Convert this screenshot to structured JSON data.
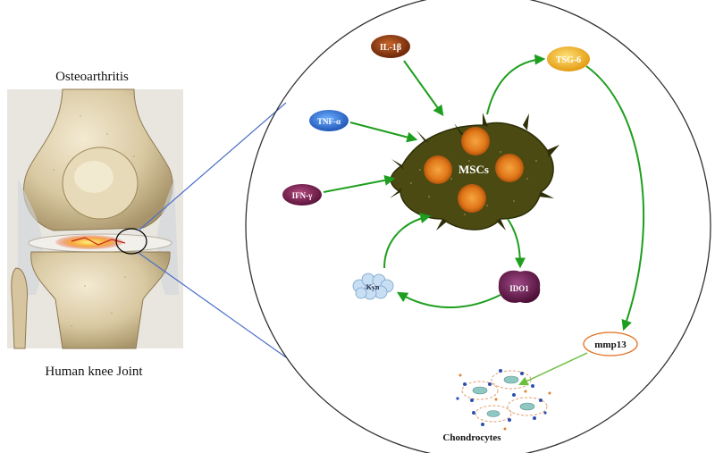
{
  "left_panel": {
    "title": "Osteoarthritis",
    "caption": "Human knee Joint"
  },
  "nodes": {
    "il1b": "IL-1β",
    "tnfa": "TNF-α",
    "ifng": "IFN-γ",
    "mscs": "MSCs",
    "tsg6": "TSG-6",
    "ido1": "IDO1",
    "kyn": "Kyn",
    "mmp13": "mmp13",
    "chondrocytes": "Chondrocytes"
  },
  "colors": {
    "arrow_green": "#1e9e1e",
    "leader_blue": "#4a6fc9",
    "msc_body": "#4a4a12",
    "msc_nucleus": "#e07a1a",
    "il1b_fill": "#8b3a0f",
    "tnfa_fill": "#2f6fd0",
    "ifng_fill": "#7a1f4d",
    "tsg6_fill": "#f4b520",
    "ido1_fill": "#6b1f4f",
    "kyn_fill": "#b8d4ee",
    "mmp13_border": "#e07020"
  }
}
